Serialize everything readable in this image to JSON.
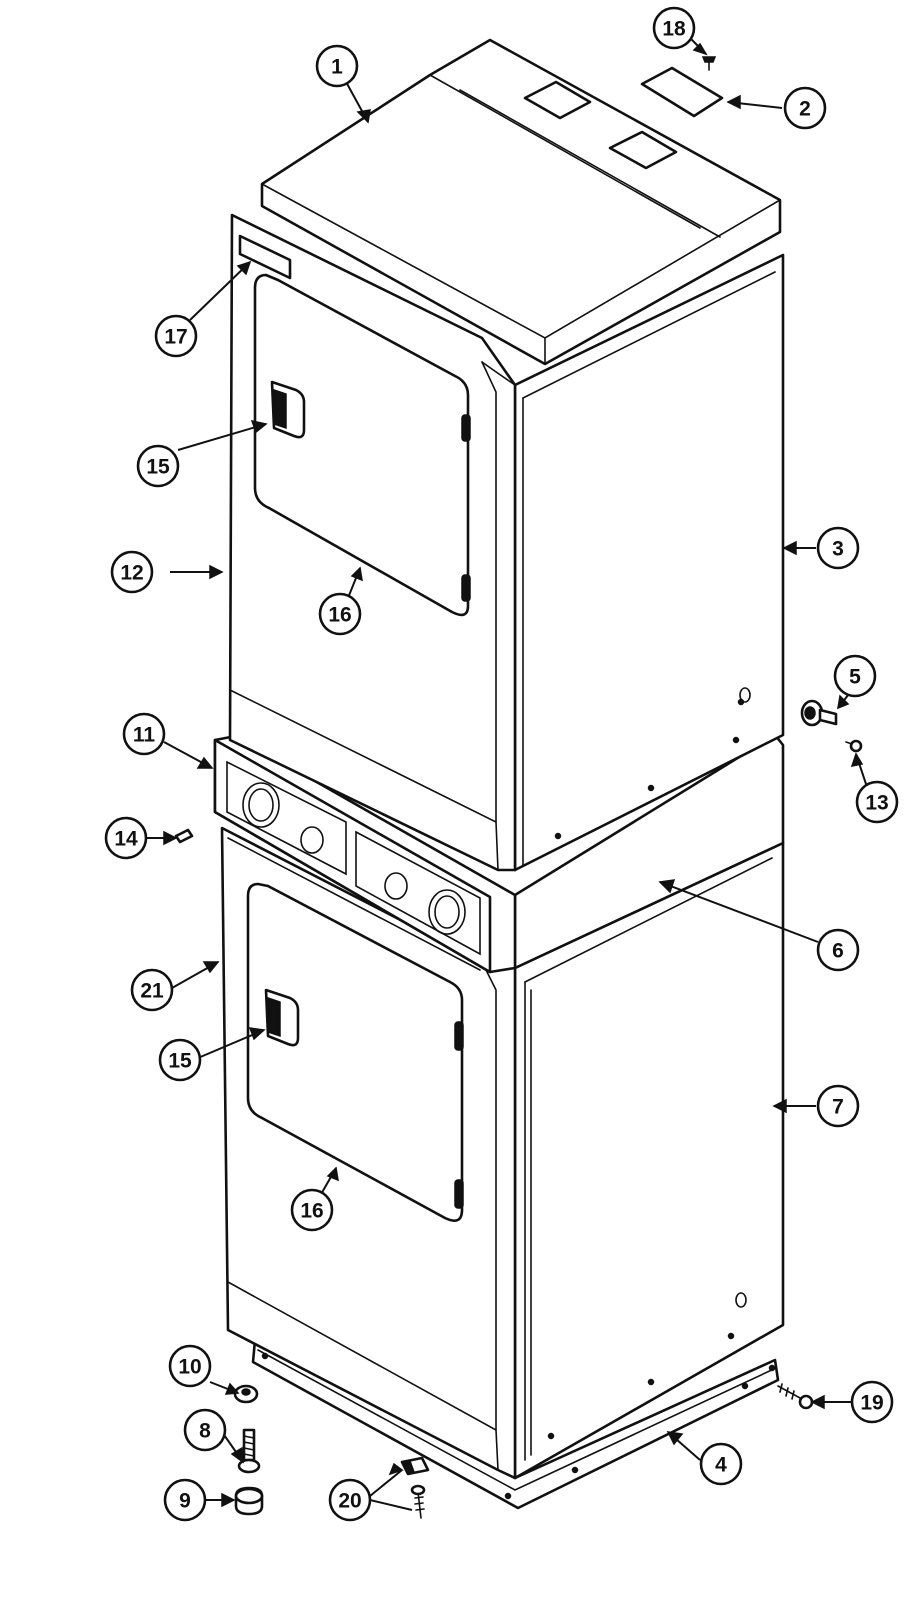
{
  "diagram": {
    "callouts": [
      {
        "id": "1",
        "label": "1"
      },
      {
        "id": "2",
        "label": "2"
      },
      {
        "id": "3",
        "label": "3"
      },
      {
        "id": "4",
        "label": "4"
      },
      {
        "id": "5",
        "label": "5"
      },
      {
        "id": "6",
        "label": "6"
      },
      {
        "id": "7",
        "label": "7"
      },
      {
        "id": "8",
        "label": "8"
      },
      {
        "id": "9",
        "label": "9"
      },
      {
        "id": "10",
        "label": "10"
      },
      {
        "id": "11",
        "label": "11"
      },
      {
        "id": "12",
        "label": "12"
      },
      {
        "id": "13",
        "label": "13"
      },
      {
        "id": "14",
        "label": "14"
      },
      {
        "id": "15a",
        "label": "15"
      },
      {
        "id": "15b",
        "label": "15"
      },
      {
        "id": "16a",
        "label": "16"
      },
      {
        "id": "16b",
        "label": "16"
      },
      {
        "id": "17",
        "label": "17"
      },
      {
        "id": "18",
        "label": "18"
      },
      {
        "id": "19",
        "label": "19"
      },
      {
        "id": "20",
        "label": "20"
      },
      {
        "id": "21",
        "label": "21"
      }
    ]
  }
}
